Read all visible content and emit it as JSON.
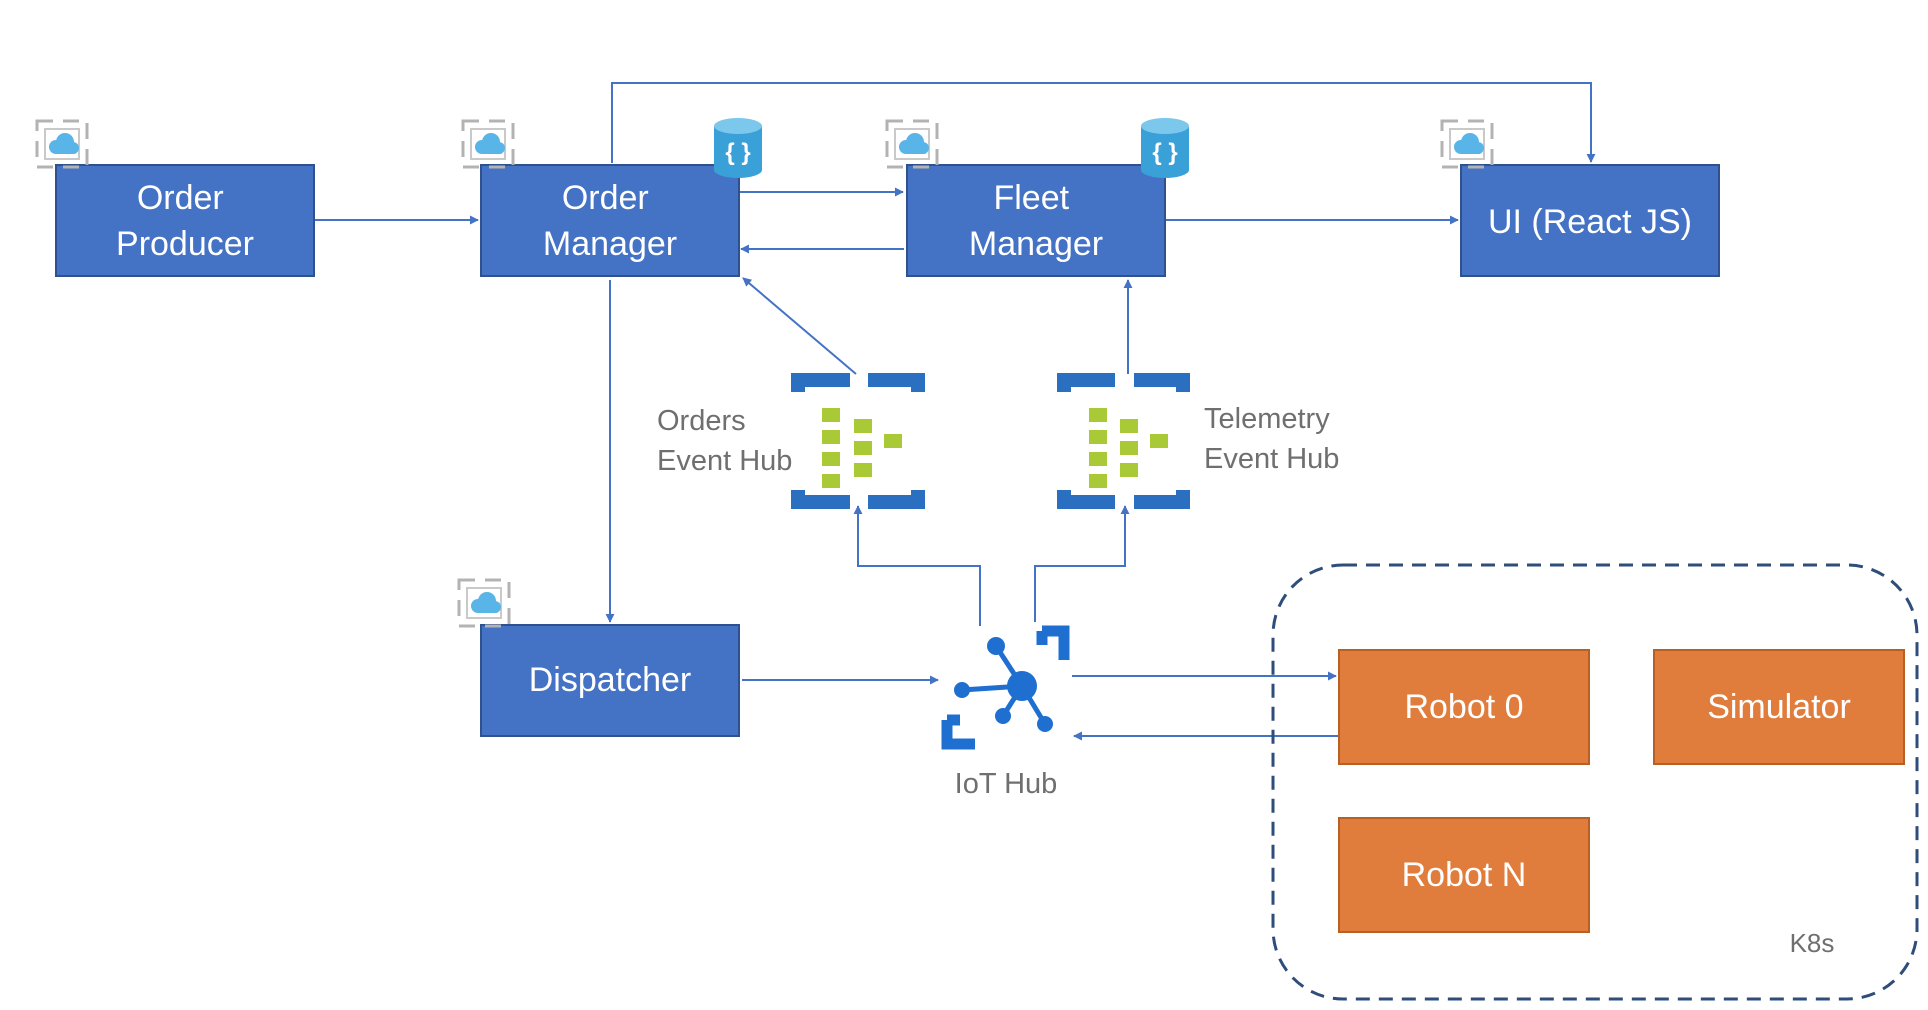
{
  "colors": {
    "service_fill": "#4472c4",
    "service_stroke": "#2f528f",
    "robot_fill": "#e07d3c",
    "robot_stroke": "#b85f24",
    "connector": "#4472c4",
    "event_hub_bracket": "#2b6fc0",
    "event_hub_blocks": "#a9c937",
    "iot_hub": "#1f6fd1",
    "cosmos_db": "#3aa0d8",
    "k8s_border": "#2f4d7a"
  },
  "services": {
    "order_producer": [
      "Order",
      "Producer"
    ],
    "order_manager": [
      "Order",
      "Manager"
    ],
    "fleet_manager": [
      "Fleet",
      "Manager"
    ],
    "ui": [
      "UI (React JS)"
    ],
    "dispatcher": [
      "Dispatcher"
    ]
  },
  "event_hubs": {
    "orders": [
      "Orders",
      "Event Hub"
    ],
    "telemetry": [
      "Telemetry",
      "Event Hub"
    ]
  },
  "iot_hub": {
    "label": "IoT Hub"
  },
  "k8s": {
    "label": "K8s",
    "robot_0": "Robot 0",
    "robot_n": "Robot N",
    "simulator": "Simulator"
  },
  "icons": {
    "container_app": "azure-container-app-icon",
    "cosmos_db": "cosmos-db-icon",
    "event_hub": "event-hub-icon",
    "iot_hub": "iot-hub-icon"
  }
}
